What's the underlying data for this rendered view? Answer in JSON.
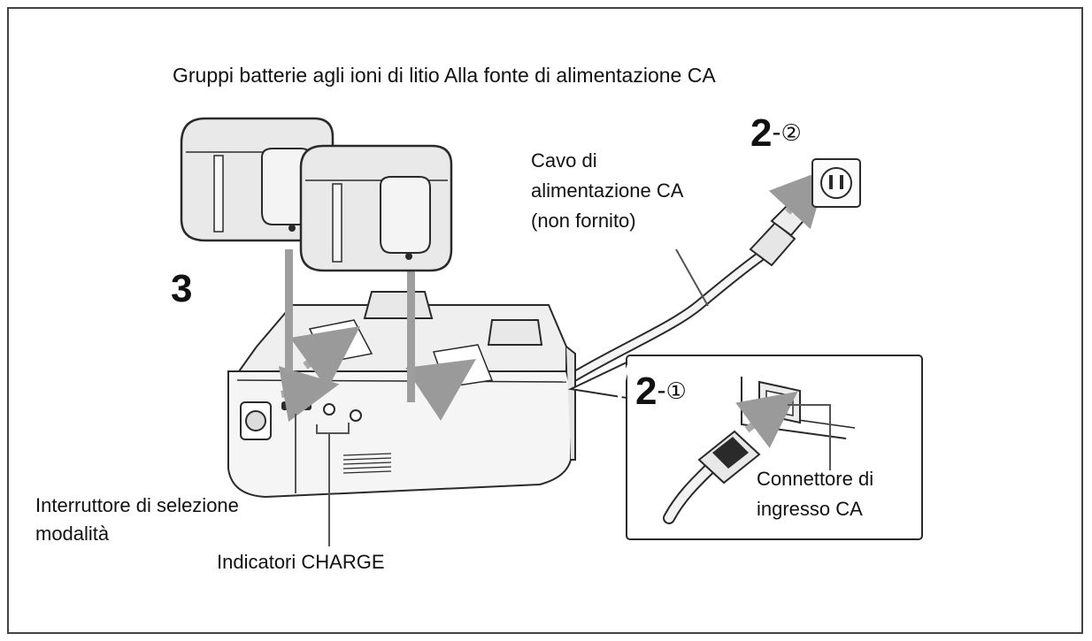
{
  "labels": {
    "top_caption": "Gruppi batterie agli ioni di litio Alla fonte di alimentazione CA",
    "cable_line1": "Cavo di",
    "cable_line2": "alimentazione CA",
    "cable_line3": "(non fornito)",
    "switch_line1": "Interruttore di selezione",
    "switch_line2": "modalità",
    "indicators": "Indicatori CHARGE",
    "connector_line1": "Connettore di",
    "connector_line2": "ingresso CA"
  },
  "steps": {
    "step3": "3",
    "step2_outlet_num": "2",
    "step2_outlet_sep": "-",
    "step2_outlet_circ": "②",
    "step2_inlet_num": "2",
    "step2_inlet_sep": "-",
    "step2_inlet_circ": "①"
  },
  "colors": {
    "line": "#2a2a2a",
    "device_fill": "#f2f2f2",
    "battery_fill": "#e9e9e9",
    "arrow_fill": "#a9a9a9"
  }
}
